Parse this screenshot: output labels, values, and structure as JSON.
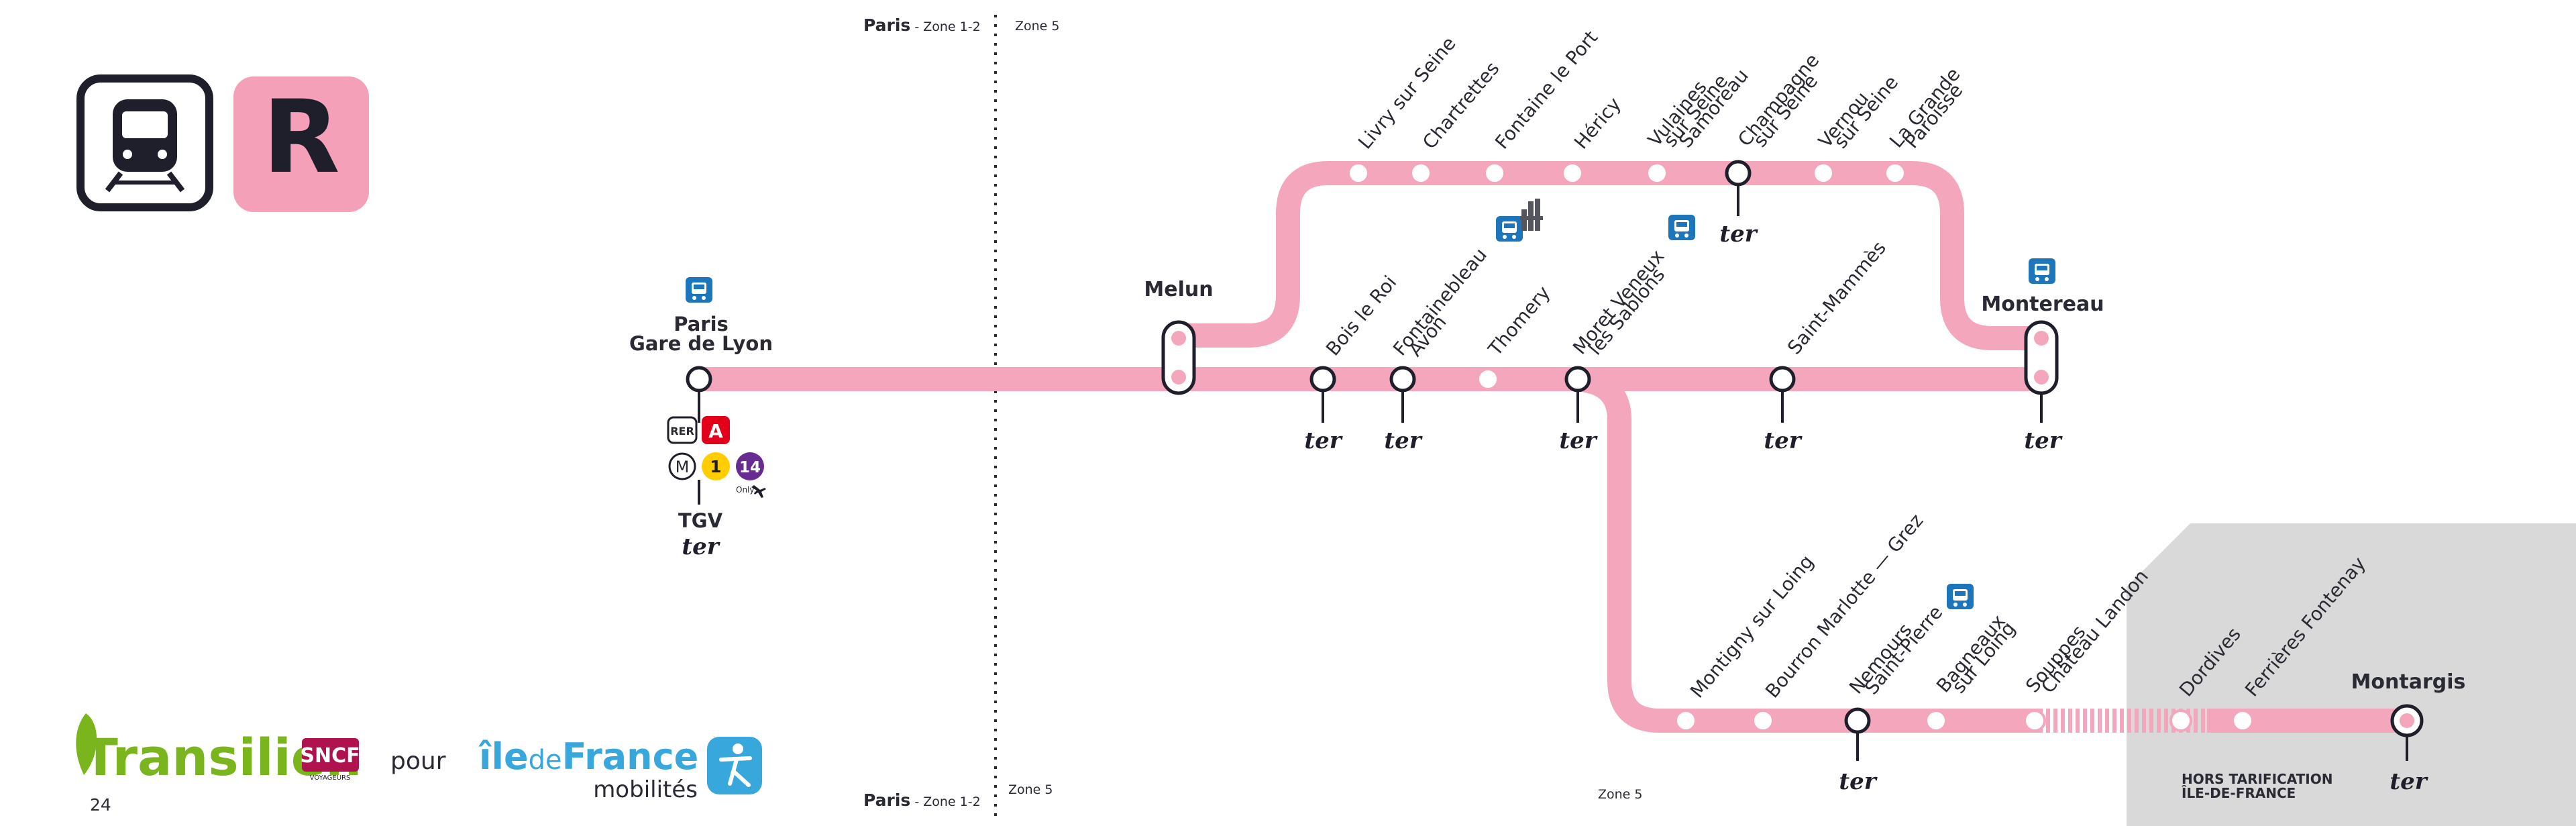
{
  "page_number": "24",
  "line_code": "R",
  "colors": {
    "line": "#f4a6bd",
    "line_pale": "#f8c9d6",
    "station_fill": "#ffffff",
    "station_stroke": "#1f1f2b",
    "badge_bg": "#f5a0b9",
    "navy": "#1f1f2b",
    "rer_red": "#e2001a",
    "metro_yellow": "#ffcd00",
    "metro_purple": "#662c91",
    "bus_blue": "#1d75bc",
    "grey_zone": "#d9d9d9",
    "transilien_green": "#7ab51d",
    "idf_blue": "#38a8dc",
    "sncf_red": "#b0124f"
  },
  "icons": {
    "train_mode": "train-icon",
    "bus_connection": "bus-icon",
    "castle": "castle-icon",
    "plane": "plane-icon"
  },
  "zones": {
    "paris_label": "Paris",
    "paris_zone": "- Zone 1-2",
    "zone5": "Zone 5"
  },
  "hors_tarification": [
    "HORS TARIFICATION",
    "ÎLE-DE-FRANCE"
  ],
  "connections": {
    "rer_tag": "RER",
    "rer_line": "A",
    "metro_tag": "M",
    "metro_1": "1",
    "metro_14": "14",
    "only_note": "Only",
    "tgv": "TGV",
    "ter": "ter"
  },
  "stations": {
    "paris": [
      "Paris",
      "Gare de Lyon"
    ],
    "melun": "Melun",
    "bois_le_roi": "Bois le Roi",
    "fontainebleau": [
      "Fontainebleau",
      "Avon"
    ],
    "thomery": "Thomery",
    "moret": [
      "Moret Veneux",
      "les Sablons"
    ],
    "saint_mammes": "Saint-Mammès",
    "montereau": "Montereau",
    "livry": "Livry sur Seine",
    "chartrettes": "Chartrettes",
    "fontaine_le_port": "Fontaine le Port",
    "hericy": "Héricy",
    "vulaines": [
      "Vulaines",
      "sur Seine",
      "Samoreau"
    ],
    "champagne": [
      "Champagne",
      "sur Seine"
    ],
    "vernou": [
      "Vernou",
      "sur Seine"
    ],
    "la_grande_paroisse": [
      "La Grande",
      "Paroisse"
    ],
    "montigny": "Montigny sur Loing",
    "bourron": "Bourron Marlotte — Grez",
    "nemours": [
      "Nemours",
      "Saint-Pierre"
    ],
    "bagneaux": [
      "Bagneaux",
      "sur Loing"
    ],
    "souppes": [
      "Souppes",
      "Château Landon"
    ],
    "dordives": "Dordives",
    "ferrieres": "Ferrières Fontenay",
    "montargis": "Montargis"
  },
  "logos": {
    "transilien": "Transilien",
    "sncf": "SNCF",
    "voyageurs": "VOYAGEURS",
    "pour": "pour",
    "ile": "île",
    "de": "de",
    "france": "France",
    "mobilites": "mobilités"
  }
}
